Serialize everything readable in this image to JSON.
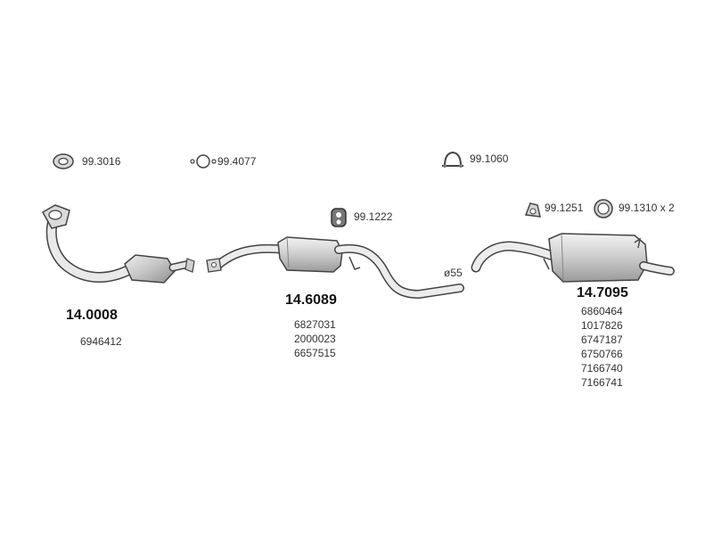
{
  "accessories": [
    {
      "code": "99.3016",
      "icon": "ring-gasket-icon"
    },
    {
      "code": "99.4077",
      "icon": "o-ring-icon"
    },
    {
      "code": "99.1060",
      "icon": "clamp-icon"
    },
    {
      "code": "99.1222",
      "icon": "rubber-hanger-icon"
    },
    {
      "code": "99.1251",
      "icon": "mount-bracket-icon"
    },
    {
      "code": "99.1310 x 2",
      "icon": "rubber-ring-icon"
    }
  ],
  "parts": [
    {
      "code": "14.0008",
      "oem": [
        "6946412"
      ]
    },
    {
      "code": "14.6089",
      "oem": [
        "6827031",
        "2000023",
        "6657515"
      ]
    },
    {
      "code": "14.7095",
      "oem": [
        "6860464",
        "1017826",
        "6747187",
        "6750766",
        "7166740",
        "7166741"
      ]
    }
  ],
  "pipe_diameter": "ø55",
  "colors": {
    "line": "#444444",
    "fill_light": "#e6e6e6",
    "fill_mid": "#cfcfcf",
    "fill_dark": "#a8a8a8"
  }
}
